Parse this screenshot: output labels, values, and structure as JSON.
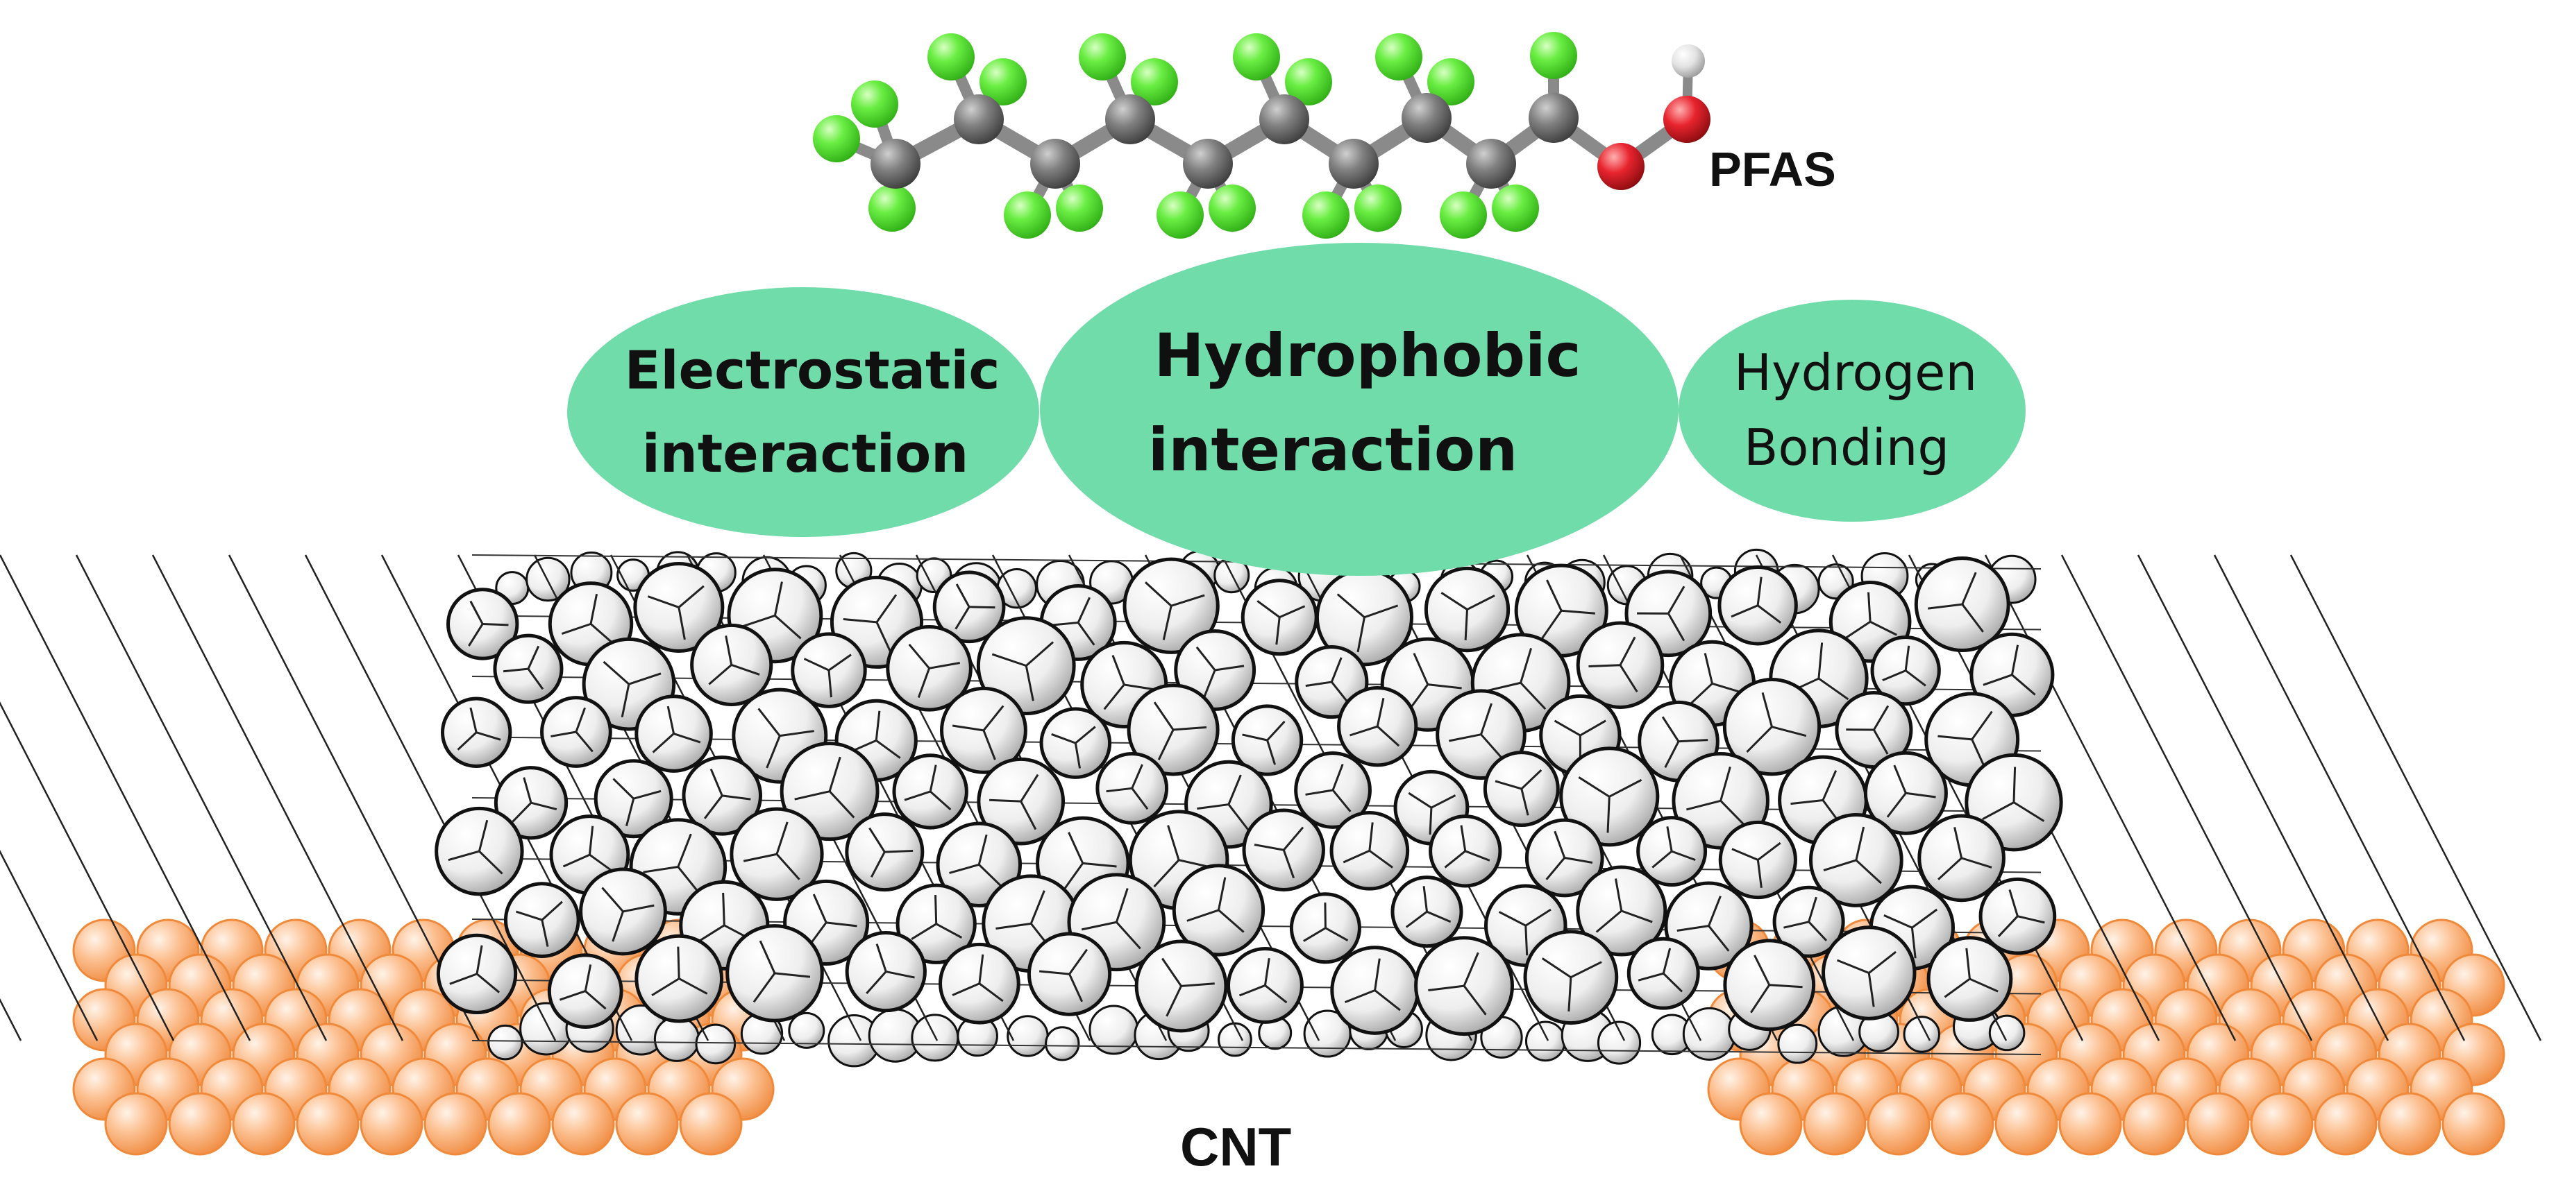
{
  "labels": {
    "pfas": "PFAS",
    "cnt": "CNT"
  },
  "interactions": [
    {
      "line1": "Electrostatic",
      "line2": "interaction",
      "weight": "bold"
    },
    {
      "line1": "Hydrophobic",
      "line2": "interaction",
      "weight": "bold"
    },
    {
      "line1": "Hydrogen",
      "line2": "Bonding",
      "weight": "normal"
    }
  ],
  "colors": {
    "ellipse_fill": "#6fdcaa",
    "fluorine": "#5ee83a",
    "carbon_chain": "#7d7d7d",
    "oxygen": "#e0202a",
    "hydrogen": "#e6e6e6",
    "cnt_atom": "#ffffff",
    "cnt_outline": "#111111",
    "substrate_atom": "#f7a160",
    "text": "#111111"
  },
  "icons": {
    "pfas_molecule": "ball-and-stick-molecule",
    "cnt": "carbon-nanotube",
    "substrate": "copper-atom-lattice"
  }
}
